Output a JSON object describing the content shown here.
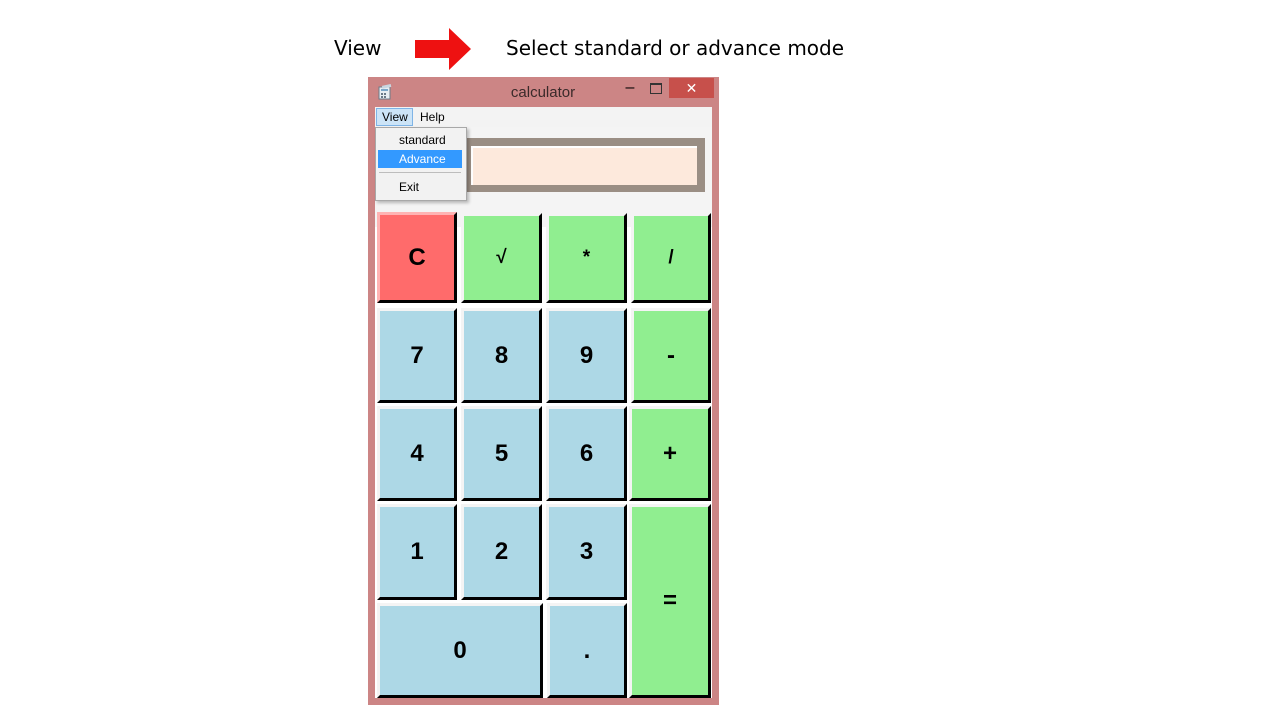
{
  "annotation": {
    "left_text": "View",
    "right_text": "Select standard or advance mode",
    "arrow_color": "#ee1111"
  },
  "window": {
    "title": "calculator",
    "frame_color": "#cc8585",
    "minimize_glyph": "–",
    "close_glyph": "✕"
  },
  "menubar": {
    "view": "View",
    "help": "Help"
  },
  "view_menu": {
    "items": [
      "standard",
      "Advance",
      "Exit"
    ],
    "highlighted": "Advance"
  },
  "display": {
    "value": "",
    "background": "#fde9dc"
  },
  "keys": {
    "clear": "C",
    "sqrt": "√",
    "multiply": "*",
    "divide": "/",
    "seven": "7",
    "eight": "8",
    "nine": "9",
    "minus": "-",
    "four": "4",
    "five": "5",
    "six": "6",
    "plus": "+",
    "one": "1",
    "two": "2",
    "three": "3",
    "equals": "=",
    "zero": "0",
    "decimal": "."
  },
  "colors": {
    "digit_key": "#add8e6",
    "operator_key": "#90ee90",
    "clear_key": "#ff6b6b",
    "menu_highlight": "#3399ff",
    "close_button": "#c7504b"
  }
}
